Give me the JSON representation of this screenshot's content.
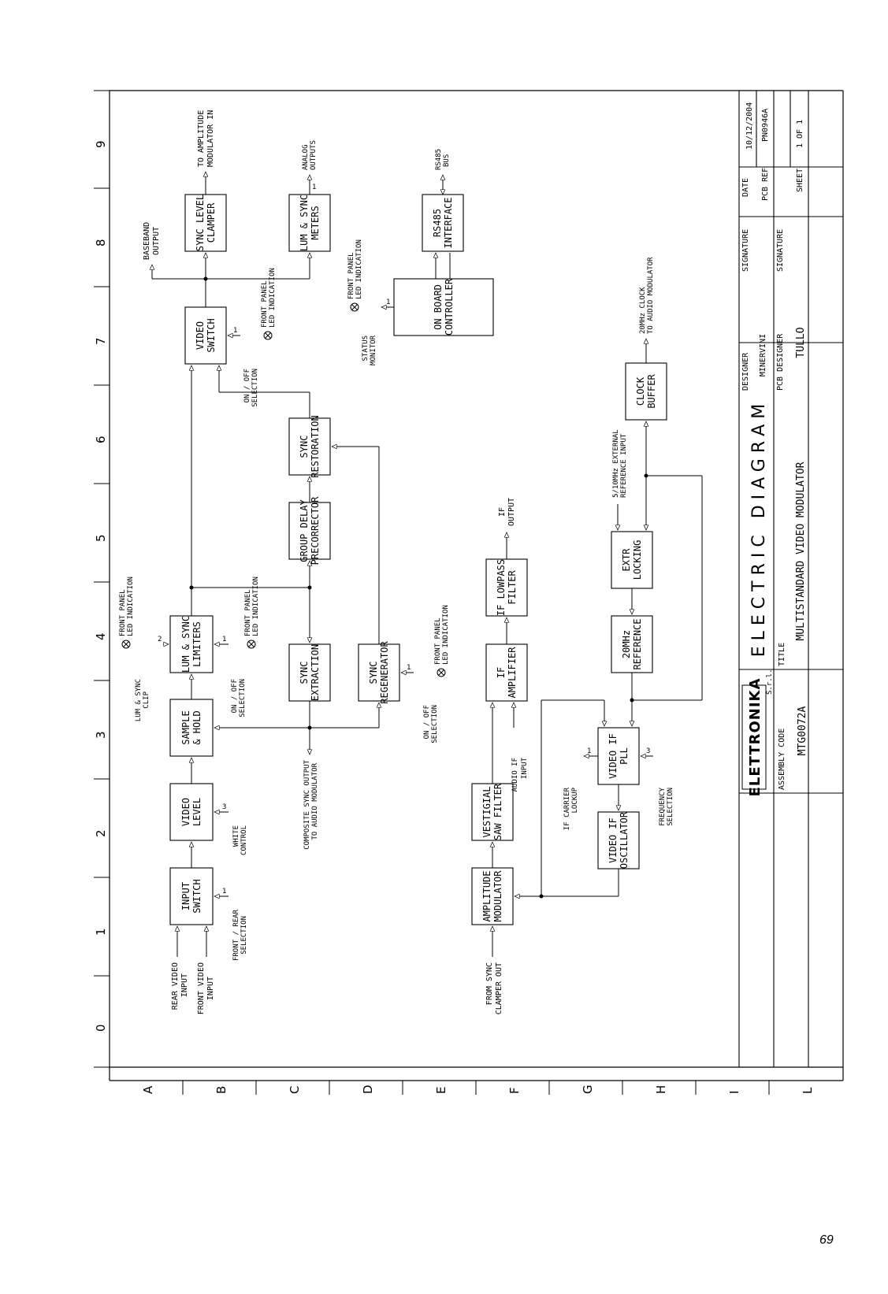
{
  "page": {
    "number": "69"
  },
  "grid": {
    "columns": [
      "0",
      "1",
      "2",
      "3",
      "4",
      "5",
      "6",
      "7",
      "8",
      "9"
    ],
    "rows": [
      "A",
      "B",
      "C",
      "D",
      "E",
      "F",
      "G",
      "H",
      "I",
      "L"
    ]
  },
  "blocks": {
    "input_switch": [
      "INPUT",
      "SWITCH"
    ],
    "video_level": [
      "VIDEO",
      "LEVEL"
    ],
    "sample_hold": [
      "SAMPLE",
      "& HOLD"
    ],
    "lum_sync_limiters": [
      "LUM & SYNC",
      "LIMITERS"
    ],
    "video_switch": [
      "VIDEO",
      "SWITCH"
    ],
    "sync_level_clamper": [
      "SYNC LEVEL",
      "CLAMPER"
    ],
    "lum_sync_meters": [
      "LUM & SYNC",
      "METERS"
    ],
    "sync_extraction": [
      "SYNC",
      "EXTRACTION"
    ],
    "group_delay": [
      "GROUP DELAY",
      "PRECORRECTOR"
    ],
    "sync_restoration": [
      "SYNC",
      "RESTORATION"
    ],
    "sync_regenerator": [
      "SYNC",
      "REGENERATOR"
    ],
    "rs485_interface": [
      "RS485",
      "INTERFACE"
    ],
    "on_board_controller": [
      "ON BOARD",
      "CONTROLLER"
    ],
    "amplitude_modulator": [
      "AMPLITUDE",
      "MODULATOR"
    ],
    "vestigial_saw": [
      "VESTIGIAL",
      "SAW FILTER"
    ],
    "if_amplifier": [
      "IF",
      "AMPLIFIER"
    ],
    "if_lowpass": [
      "IF LOWPASS",
      "FILTER"
    ],
    "video_if_oscillator": [
      "VIDEO IF",
      "OSCILLATOR"
    ],
    "video_if_pll": [
      "VIDEO IF",
      "PLL"
    ],
    "ref_20mhz": [
      "20MHz",
      "REFERENCE"
    ],
    "extr_locking": [
      "EXTR",
      "LOCKING"
    ],
    "clock_buffer": [
      "CLOCK",
      "BUFFER"
    ]
  },
  "labels": {
    "rear_video_input": [
      "REAR VIDEO",
      "INPUT"
    ],
    "front_video_input": [
      "FRONT VIDEO",
      "INPUT"
    ],
    "from_sync_clamper": [
      "FROM SYNC",
      "CLAMPER OUT"
    ],
    "front_rear_selection": [
      "FRONT / REAR",
      "SELECTION"
    ],
    "white_control": [
      "WHITE",
      "CONTROL"
    ],
    "composite_sync_output": [
      "COMPOSITE SYNC OUTPUT",
      "TO AUDIO MODULATOR"
    ],
    "lum_sync_clip": [
      "LUM & SYNC",
      "CLIP"
    ],
    "front_panel_led_1": [
      "FRONT PANEL",
      "LED INDICATION"
    ],
    "on_off_selection_1": [
      "ON / OFF",
      "SELECTION"
    ],
    "front_panel_led_2": [
      "FRONT PANEL",
      "LED INDICATION"
    ],
    "on_off_selection_2": [
      "ON / OFF",
      "SELECTION"
    ],
    "front_panel_led_3": [
      "FRONT PANEL",
      "LED INDICATION"
    ],
    "on_off_selection_3": [
      "ON / OFF",
      "SELECTION"
    ],
    "front_panel_led_4": [
      "FRONT PANEL",
      "LED INDICATION"
    ],
    "front_panel_led_5": [
      "FRONT PANEL",
      "LED INDICATION"
    ],
    "baseband_output": [
      "BASEBAND",
      "OUTPUT"
    ],
    "to_amplitude_modulator": [
      "TO AMPLITUDE",
      "MODULATOR IN"
    ],
    "analog_outputs": [
      "ANALOG",
      "OUTPUTS"
    ],
    "rs485_bus": [
      "RS485",
      "BUS"
    ],
    "status_monitor": [
      "STATUS",
      "MONITOR"
    ],
    "audio_if_input": [
      "AUDIO IF",
      "INPUT"
    ],
    "if_output": [
      "IF",
      "OUTPUT"
    ],
    "if_carrier_lockup": [
      "IF CARRIER",
      "LOCKUP"
    ],
    "frequency_selection": [
      "FREQUENCY",
      "SELECTION"
    ],
    "ext_reference": [
      "5/10MHz EXTERNAL",
      "REFERENCE INPUT"
    ],
    "clock_to_audio": [
      "20MHz CLOCK",
      "TO AUDIO MODULATOR"
    ],
    "pin_1": "1",
    "pin_2": "2",
    "pin_3": "3"
  },
  "title_block": {
    "logo": "ELETTRONIKA",
    "logo_sub": "S.r.l.",
    "title_label": "TITLE",
    "diagram_name": "ELECTRIC DIAGRAM",
    "assembly_code_label": "ASSEMBLY CODE",
    "assembly_code": "MTG0072A",
    "product_title": "MULTISTANDARD VIDEO MODULATOR",
    "designer_label": "DESIGNER",
    "designer": "MINERVINI",
    "pcb_designer_label": "PCB DESIGNER",
    "pcb_designer": "TULLO",
    "signature_label": "SIGNATURE",
    "signature_label_2": "SIGNATURE",
    "date_label": "DATE",
    "date": "10/12/2004",
    "pcb_ref_label": "PCB REF",
    "pcb_ref": "PN0946A",
    "sheet_label": "SHEET",
    "sheet": "1 OF 1"
  }
}
